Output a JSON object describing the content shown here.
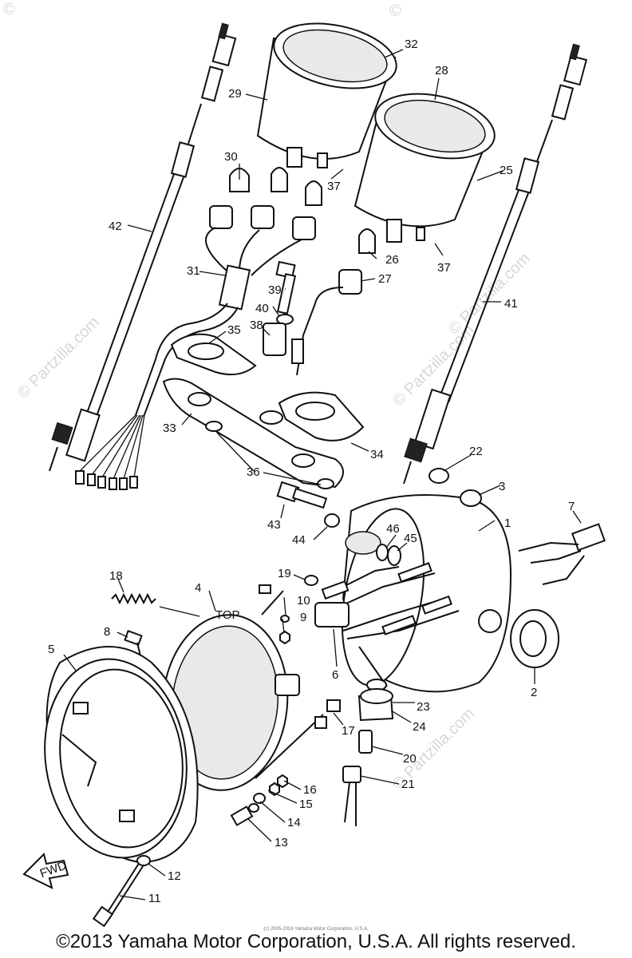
{
  "watermark": "© Partzilla.com",
  "watermark_corner": "©",
  "lens_text": "TOP",
  "fwd_text": "FWD",
  "small_copyright": "(c) 2005-2016 Yamaha Motor Corporation, U.S.A.",
  "copyright": "©2013 Yamaha Motor Corporation, U.S.A. All rights reserved.",
  "callouts": [
    "1",
    "2",
    "3",
    "4",
    "5",
    "6",
    "7",
    "8",
    "9",
    "10",
    "11",
    "12",
    "13",
    "14",
    "15",
    "16",
    "17",
    "18",
    "19",
    "20",
    "21",
    "22",
    "23",
    "24",
    "25",
    "26",
    "27",
    "28",
    "29",
    "30",
    "31",
    "32",
    "33",
    "34",
    "35",
    "36",
    "37",
    "37",
    "38",
    "39",
    "40",
    "41",
    "42",
    "43",
    "44",
    "45",
    "46"
  ]
}
